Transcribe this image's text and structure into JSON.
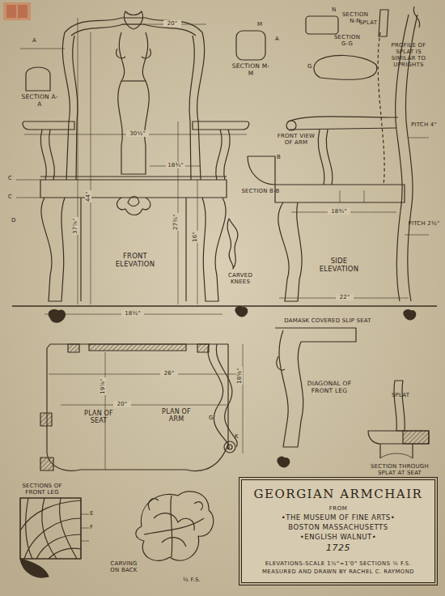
{
  "diagram": {
    "title": "GEORGIAN ARMCHAIR",
    "nodes": [
      {
        "text": [
          "GEORGIAN ARMCHAIR",
          "FROM",
          "•THE MUSEUM OF FINE ARTS•",
          "BOSTON MASSACHUSETTS",
          "•ENGLISH WALNUT•",
          "1725",
          "ELEVATIONS-SCALE 1½\"=1'0\" SECTIONS ½ F.S.",
          "MEASURED AND DRAWN BY RACHEL C. RAYMOND"
        ]
      }
    ],
    "labels": [
      "SECTION A-A",
      "SECTION M-M",
      "SECTION N-N",
      "SECTION G-G",
      "PROFILE OF SPLAT IS SIMILAR TO UPRIGHTS",
      "SPLAT",
      "FRONT VIEW OF ARM",
      "SECTION B-B",
      "PITCH 4\"",
      "PITCH 2½\"",
      "FRONT ELEVATION",
      "CARVED KNEES",
      "SIDE ELEVATION",
      "DAMASK COVERED SLIP SEAT",
      "DIAGONAL OF FRONT LEG",
      "SPLAT",
      "SECTION THROUGH SPLAT AT SEAT",
      "PLAN OF SEAT",
      "PLAN OF ARM",
      "SECTIONS OF FRONT LEG",
      "CARVING ON BACK",
      "½ F.S.",
      "20\"",
      "30½\"",
      "18¾\"",
      "37⅞\"",
      "44\"",
      "27¾\"",
      "16\"",
      "18½\"",
      "18¾\"",
      "22\"",
      "19⅞\"",
      "20\"",
      "26\"",
      "18⅝\"",
      "A",
      "A",
      "C",
      "C",
      "D",
      "E",
      "F",
      "B",
      "G",
      "G",
      "K",
      "M",
      "N"
    ]
  }
}
